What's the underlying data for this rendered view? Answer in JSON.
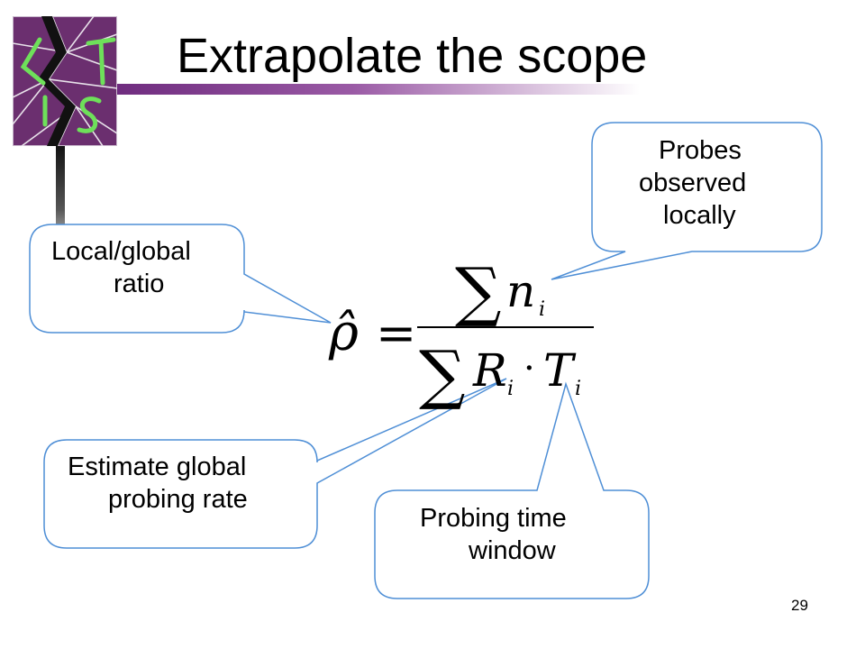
{
  "slide": {
    "title": "Extrapolate the scope",
    "page_number": "29"
  },
  "callouts": {
    "probes_line1": "Probes",
    "probes_line2": "observed",
    "probes_line3": "locally",
    "ratio_line1": "Local/global",
    "ratio_line2": "ratio",
    "rate_line1": "Estimate global",
    "rate_line2": "probing rate",
    "window_line1": "Probing time",
    "window_line2": "window"
  },
  "formula": {
    "lhs": "ρ̂",
    "equals": "=",
    "sum_symbol": "∑",
    "numerator_var": "n",
    "denominator_var1": "R",
    "dot": "·",
    "denominator_var2": "T",
    "subscript": "i"
  },
  "colors": {
    "callout_border": "#4f8fd6",
    "title_bar_start": "#6f2c7f",
    "logo_green": "#6ee05a",
    "logo_purple": "#6b2f6f"
  }
}
